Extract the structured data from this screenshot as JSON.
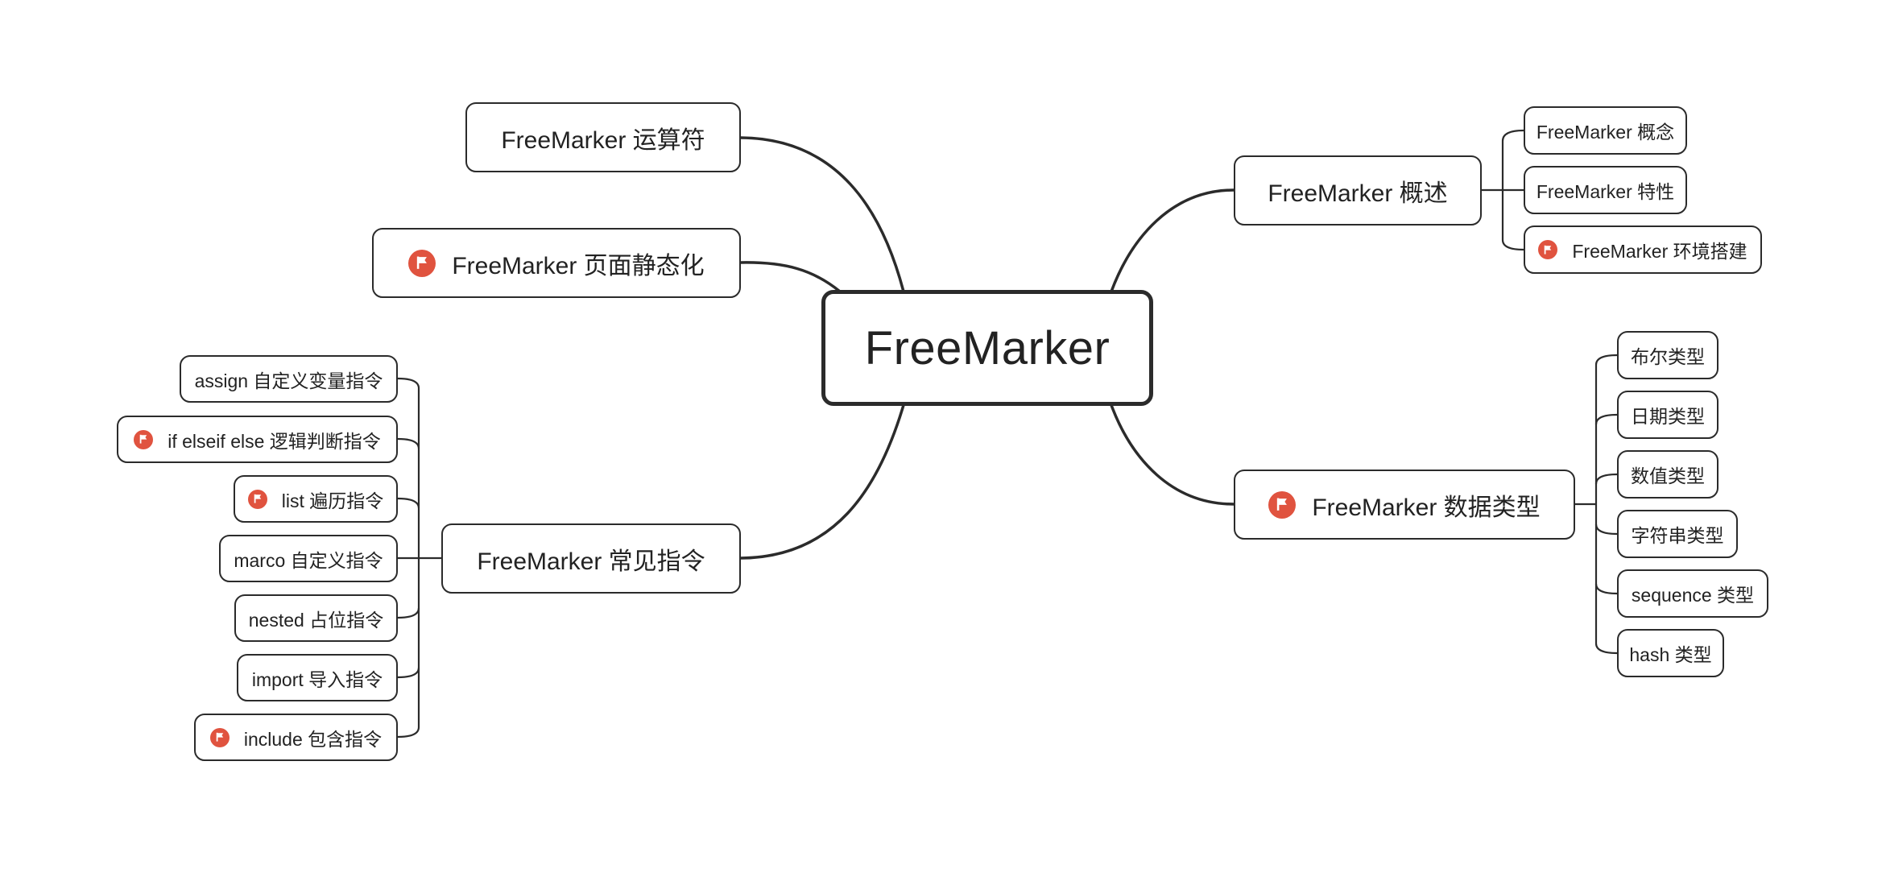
{
  "colors": {
    "line": "#2b2b2b",
    "flag": "#e0533f"
  },
  "root": {
    "label": "FreeMarker"
  },
  "left_topics": {
    "operators": {
      "label": "FreeMarker 运算符"
    },
    "static_pages": {
      "label": "FreeMarker 页面静态化",
      "icon": "flag-icon"
    },
    "directives": {
      "label": "FreeMarker 常见指令",
      "children": [
        {
          "label": "assign 自定义变量指令"
        },
        {
          "label": "if elseif else 逻辑判断指令",
          "icon": "flag-icon"
        },
        {
          "label": "list 遍历指令",
          "icon": "flag-icon"
        },
        {
          "label": "marco 自定义指令"
        },
        {
          "label": "nested 占位指令"
        },
        {
          "label": "import 导入指令"
        },
        {
          "label": "include 包含指令",
          "icon": "flag-icon"
        }
      ]
    }
  },
  "right_topics": {
    "overview": {
      "label": "FreeMarker 概述",
      "children": [
        {
          "label": "FreeMarker 概念"
        },
        {
          "label": "FreeMarker 特性"
        },
        {
          "label": "FreeMarker 环境搭建",
          "icon": "flag-icon"
        }
      ]
    },
    "data_types": {
      "label": "FreeMarker 数据类型",
      "icon": "flag-icon",
      "children": [
        {
          "label": "布尔类型"
        },
        {
          "label": "日期类型"
        },
        {
          "label": "数值类型"
        },
        {
          "label": "字符串类型"
        },
        {
          "label": "sequence 类型"
        },
        {
          "label": "hash 类型"
        }
      ]
    }
  }
}
